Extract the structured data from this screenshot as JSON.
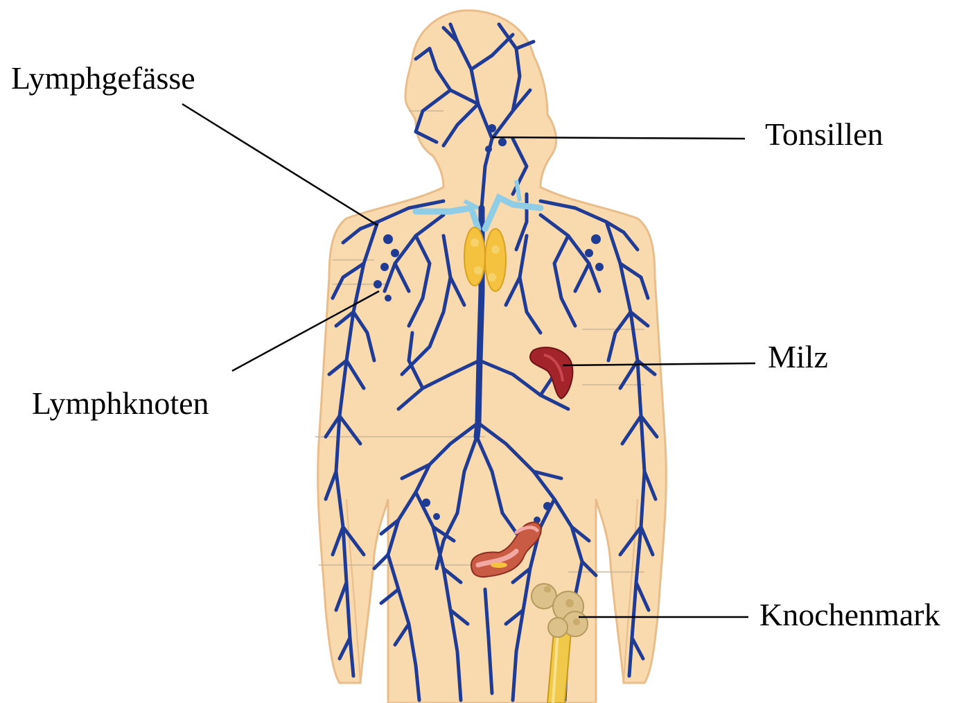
{
  "labels": {
    "lymphgefaesse": "Lymphgefässe",
    "tonsillen": "Tonsillen",
    "lymphknoten": "Lymphknoten",
    "milz": "Milz",
    "knochenmark": "Knochenmark"
  },
  "colors": {
    "skin": "#f9d9ae",
    "skin_outline": "#e9bd8a",
    "vessels": "#1f3b94",
    "thymus": "#f4c23e",
    "thymus_vessels": "#8fcde6",
    "spleen": "#a3242b",
    "intestine": "#c95a44",
    "intestine_light": "#f3a9a3",
    "bone": "#dcc28a",
    "leader_lines": "#000000"
  }
}
